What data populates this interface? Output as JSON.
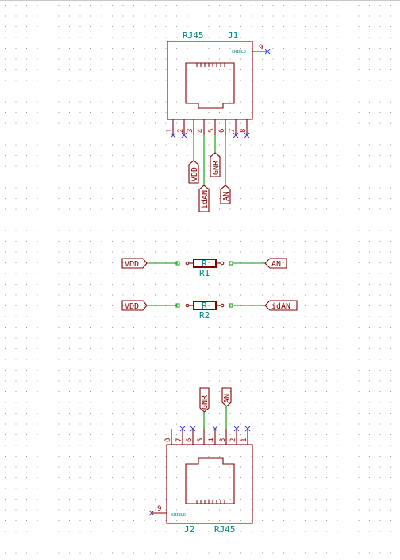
{
  "colors": {
    "background": "#ffffff",
    "grid_dot": "#9a9a9a",
    "symbol_body": "#840000",
    "pin_number": "#a00000",
    "reference_text": "#008484",
    "wire": "#009900",
    "no_connect": "#4040c0"
  },
  "connector_top": {
    "value": "RJ45",
    "reference": "J1",
    "shield_label": "SHIELD",
    "shield_pin": "9",
    "pins": [
      "1",
      "2",
      "3",
      "4",
      "5",
      "6",
      "7",
      "8"
    ]
  },
  "connector_bottom": {
    "value": "RJ45",
    "reference": "J2",
    "shield_label": "SHIELD",
    "shield_pin": "9",
    "pins": [
      "8",
      "7",
      "6",
      "5",
      "4",
      "3",
      "2",
      "1"
    ]
  },
  "labels_top": {
    "vdd": "VDD",
    "idan": "idAN",
    "gnr": "GNR",
    "an": "AN"
  },
  "labels_bottom": {
    "gnr": "GNR",
    "an": "AN"
  },
  "resistor_1": {
    "reference": "R1",
    "value": "R",
    "left_label": "VDD",
    "right_label": "AN"
  },
  "resistor_2": {
    "reference": "R2",
    "value": "R",
    "left_label": "VDD",
    "right_label": "idAN"
  }
}
